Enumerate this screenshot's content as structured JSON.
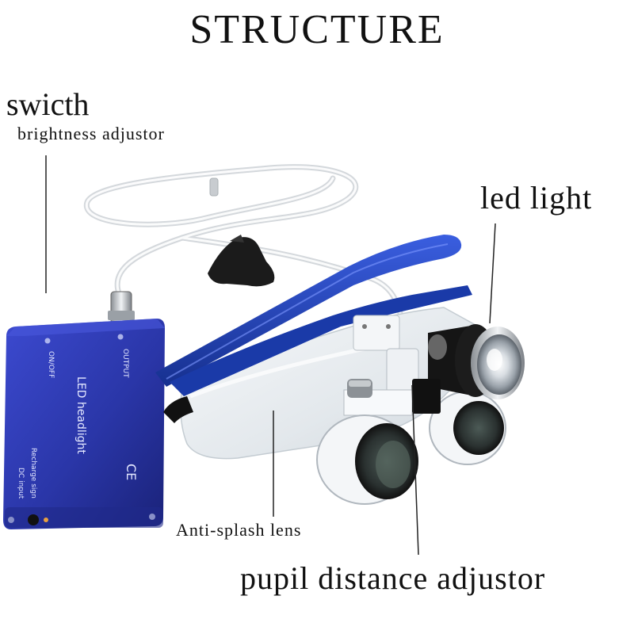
{
  "title": "STRUCTURE",
  "labels": {
    "switch": "swicth",
    "brightness": "brightness adjustor",
    "led_light": "led light",
    "lens": "Anti-splash lens",
    "pupil": "pupil distance adjustor"
  },
  "battery_box": {
    "brand_text": "LED headlight",
    "on_off": "ON/OFF",
    "output": "OUTPUT",
    "dc_input": "DC input",
    "recharge": "Recharge sign",
    "ce_mark": "CE"
  },
  "colors": {
    "frame_blue": "#1f3fb5",
    "box_blue": "#2a36a8",
    "lens_tint": "#e8eef2"
  }
}
